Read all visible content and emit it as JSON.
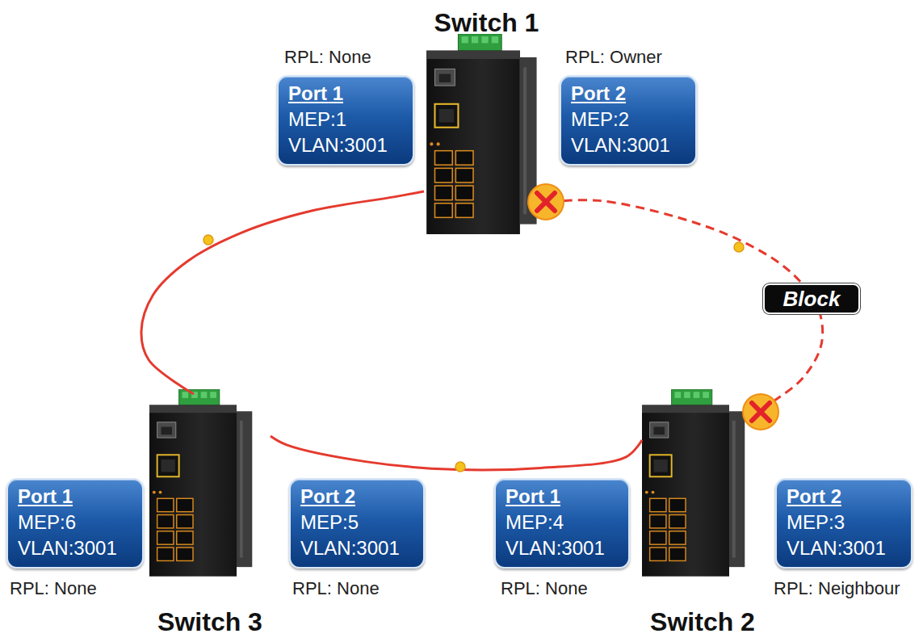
{
  "diagram": {
    "nodes": [
      {
        "text": [
          "Switch 1"
        ]
      },
      {
        "text": [
          "Port 1",
          "MEP:1",
          "VLAN:3001"
        ]
      },
      {
        "text": [
          "Port 2",
          "MEP:2",
          "VLAN:3001"
        ]
      },
      {
        "text": [
          "Switch 3"
        ]
      },
      {
        "text": [
          "Port 1",
          "MEP:6",
          "VLAN:3001"
        ]
      },
      {
        "text": [
          "Port 2",
          "MEP:5",
          "VLAN:3001"
        ]
      },
      {
        "text": [
          "Switch 2"
        ]
      },
      {
        "text": [
          "Port 1",
          "MEP:4",
          "VLAN:3001"
        ]
      },
      {
        "text": [
          "Port 2",
          "MEP:3",
          "VLAN:3001"
        ]
      }
    ],
    "edges": [
      {
        "from": 0,
        "to": 3,
        "arrow": "none"
      },
      {
        "from": 3,
        "to": 6,
        "arrow": "none"
      },
      {
        "from": 0,
        "to": 6,
        "label": "Block",
        "arrow": "none"
      }
    ],
    "labels": [
      "RPL: None",
      "RPL: Owner",
      "RPL: None",
      "RPL: None",
      "RPL: None",
      "RPL: Neighbour"
    ]
  }
}
